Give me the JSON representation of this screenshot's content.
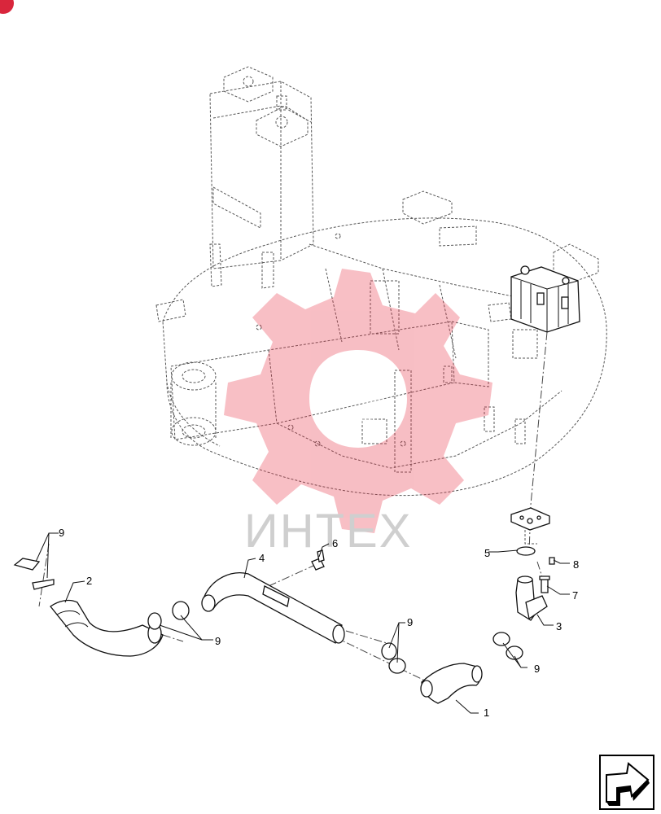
{
  "watermark": {
    "text": "ИНТЕХ",
    "color": "#e8374a"
  },
  "callouts": [
    {
      "id": "c1",
      "label": "1"
    },
    {
      "id": "c2",
      "label": "2"
    },
    {
      "id": "c3",
      "label": "3"
    },
    {
      "id": "c4",
      "label": "4"
    },
    {
      "id": "c5",
      "label": "5"
    },
    {
      "id": "c6",
      "label": "6"
    },
    {
      "id": "c7",
      "label": "7"
    },
    {
      "id": "c8",
      "label": "8"
    },
    {
      "id": "c9a",
      "label": "9"
    },
    {
      "id": "c9b",
      "label": "9"
    },
    {
      "id": "c9c",
      "label": "9"
    },
    {
      "id": "c9d",
      "label": "9"
    }
  ],
  "icons": {
    "corner_badge": "corner-badge-icon",
    "nav_arrow": "navigation-arrow-icon"
  },
  "accent_color": "#d9263c"
}
